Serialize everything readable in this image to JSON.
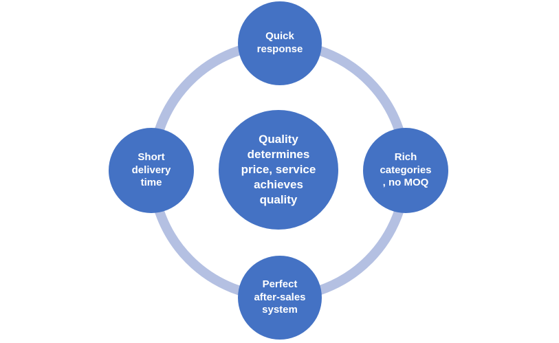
{
  "colors": {
    "node_fill": "#4472c4",
    "ring": "#b4c0e2",
    "text": "#ffffff"
  },
  "diagram": {
    "center": {
      "label": "Quality\ndetermines\nprice, service\nachieves\nquality"
    },
    "top": {
      "label": "Quick\nresponse"
    },
    "right": {
      "label": "Rich\ncategories\n, no MOQ"
    },
    "bottom": {
      "label": "Perfect\nafter-sales\nsystem"
    },
    "left": {
      "label": "Short\ndelivery\ntime"
    }
  }
}
